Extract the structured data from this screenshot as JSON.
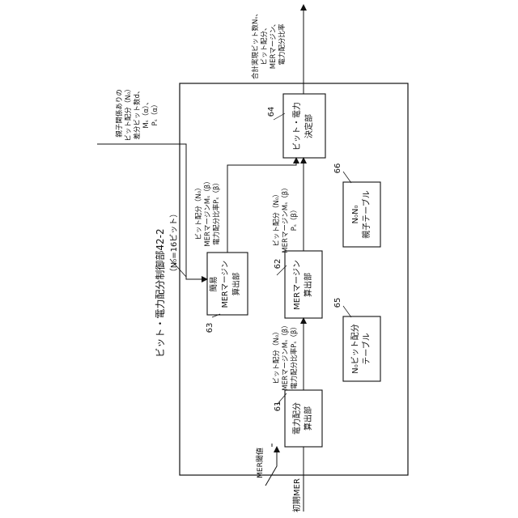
{
  "unit": {
    "title": "ビット・電力配分制御部42-2",
    "subtitle": "（N₀=16ビット）"
  },
  "blocks": {
    "b61": {
      "label_l1": "電力配分",
      "label_l2": "算出部",
      "number": "61"
    },
    "b62": {
      "label_l1": "MERマージン",
      "label_l2": "算出部",
      "number": "62"
    },
    "b63": {
      "label_l1": "簡易",
      "label_l2": "MERマージン",
      "label_l3": "算出部",
      "number": "63"
    },
    "b64": {
      "label_l1": "ビット・電力",
      "label_l2": "決定部",
      "number": "64"
    },
    "t65": {
      "label_l1": "N₀ビット配分",
      "label_l2": "テーブル",
      "number": "65"
    },
    "t66": {
      "label_l1": "N₀N₀",
      "label_l2": "親子テーブル",
      "number": "66"
    }
  },
  "signals": {
    "input_bottom": "初期MER",
    "mer_threshold": "MER閾値",
    "s61_62": [
      "ビット配分（N₀）",
      "MERマージンMₛ（β）",
      "電力配分比率Pₛ（β）"
    ],
    "s62_64": [
      "ビット配分（N₀）",
      "MERマージンMₛ（β）",
      "Pₛ（β）"
    ],
    "s63_64": [
      "ビット配分（N₀）",
      "MERマージンMₛ（β）",
      "電力配分比率Pₛ（β）"
    ],
    "parent_input": [
      "親子関係ありの",
      "ビット配分（N₀）",
      "差分ビット数d、",
      "Mₛ（α）、",
      "Pₛ（α）"
    ],
    "output_top": [
      "合計実現ビット数Nₛ、",
      "ビット配分、",
      "MERマージン、",
      "電力配分比率"
    ]
  }
}
